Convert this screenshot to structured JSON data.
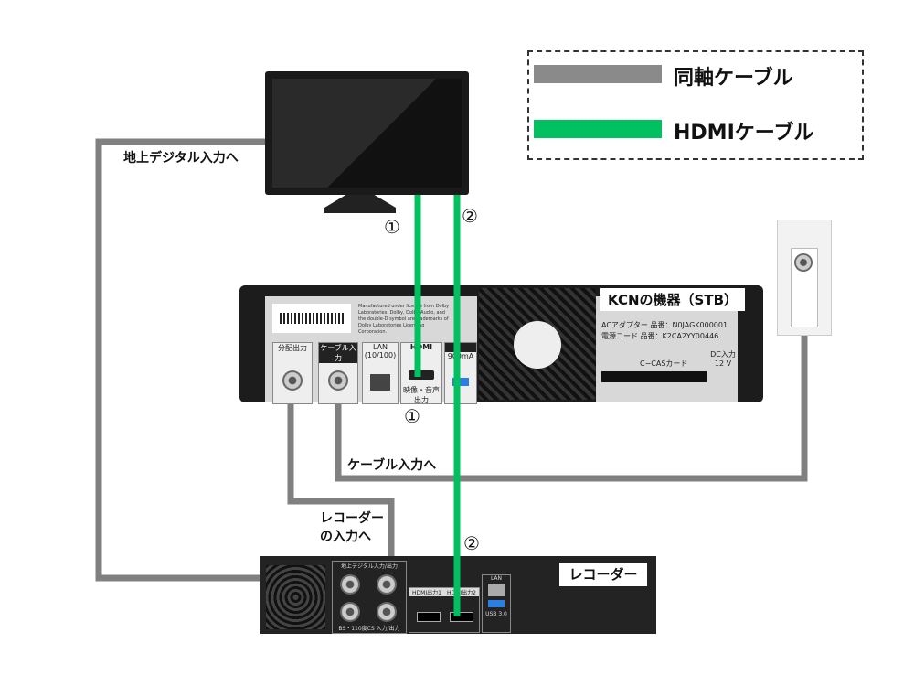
{
  "legend": {
    "coax_label": "同軸ケーブル",
    "hdmi_label": "HDMIケーブル",
    "coax_color": "#808080",
    "hdmi_color": "#00c060"
  },
  "labels": {
    "tv_terrestrial": "地上デジタル入力へ",
    "cable_in": "ケーブル入力へ",
    "recorder_in_1": "レコーダー",
    "recorder_in_2": "の入力へ",
    "num1": "①",
    "num2": "②"
  },
  "stb": {
    "title": "KCNの機器（STB）",
    "port_split_out": "分配出力",
    "port_cable_in": "ケーブル入力",
    "port_lan": "LAN (10/100)",
    "port_hdmi": "HDMI",
    "port_hdmi_sub": "映像・音声出力",
    "port_usb": "900mA",
    "dolby": "Manufactured under license from Dolby Laboratories. Dolby, Dolby Audio, and the double-D symbol are trademarks of Dolby Laboratories Licensing Corporation.",
    "adapter": "ACアダプター 品番：N0JAGK000001",
    "cord": "電源コード 品番：K2CA2YY00446",
    "ccas": "C−CASカード",
    "dc": "DC入力 12 V"
  },
  "recorder": {
    "title": "レコーダー",
    "terrestrial": "地上デジタル入力/出力",
    "bs": "BS・110度CS 入力/出力",
    "hdmi1": "HDMI出力1",
    "hdmi2": "HDMI出力2",
    "lan": "LAN",
    "usb": "USB 3.0"
  }
}
